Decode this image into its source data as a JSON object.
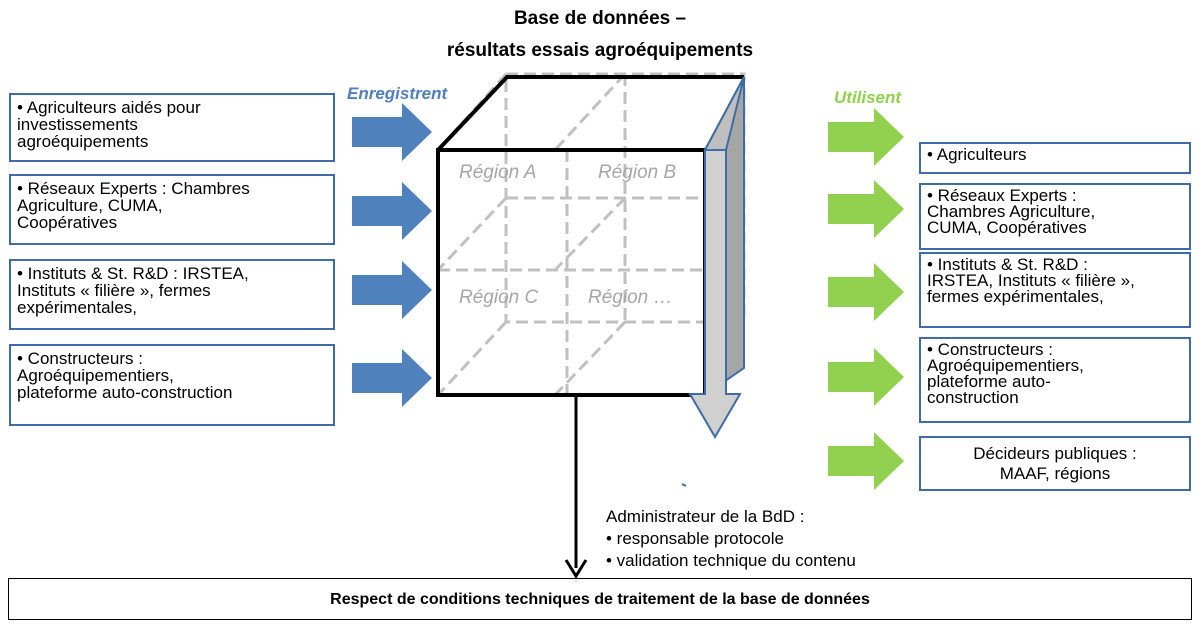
{
  "title": {
    "line1": "Base de données –",
    "line2": "résultats essais agroéquipements"
  },
  "left_label": "Enregistrent",
  "right_label": "Utilisent",
  "left_boxes": [
    {
      "lines": [
        "• Agriculteurs aidés pour",
        "investissements",
        "agroéquipements"
      ]
    },
    {
      "lines": [
        "• Réseaux Experts : Chambres",
        "Agriculture, CUMA,",
        "Coopératives"
      ]
    },
    {
      "lines": [
        "• Instituts & St. R&D : IRSTEA,",
        "Instituts « filière », fermes",
        "expérimentales,"
      ]
    },
    {
      "lines": [
        "• Constructeurs :",
        "Agroéquipementiers,",
        "plateforme auto-construction"
      ]
    }
  ],
  "right_boxes": [
    {
      "lines": [
        "• Agriculteurs"
      ]
    },
    {
      "lines": [
        "• Réseaux Experts :",
        "Chambres Agriculture,",
        "CUMA, Coopératives"
      ]
    },
    {
      "lines": [
        "• Instituts & St. R&D :",
        "IRSTEA, Instituts « filière »,",
        "fermes expérimentales,"
      ]
    },
    {
      "lines": [
        "• Constructeurs :",
        "Agroéquipementiers,",
        "plateforme auto-",
        "construction"
      ]
    },
    {
      "lines": [
        "Décideurs publiques :",
        "MAAF, régions"
      ]
    }
  ],
  "regions": [
    "Région A",
    "Région B",
    "Région C",
    "Région …"
  ],
  "admin": {
    "title": "Administrateur de la BdD :",
    "items": [
      "• responsable protocole",
      "• validation technique du contenu"
    ]
  },
  "bottom_text": "Respect de conditions techniques de traitement de la base de données",
  "colors": {
    "blue_arrow": "#4f81bd",
    "green_arrow": "#92d050",
    "box_border": "#3f6ca6",
    "dashed_grid": "#bfbfbf"
  }
}
